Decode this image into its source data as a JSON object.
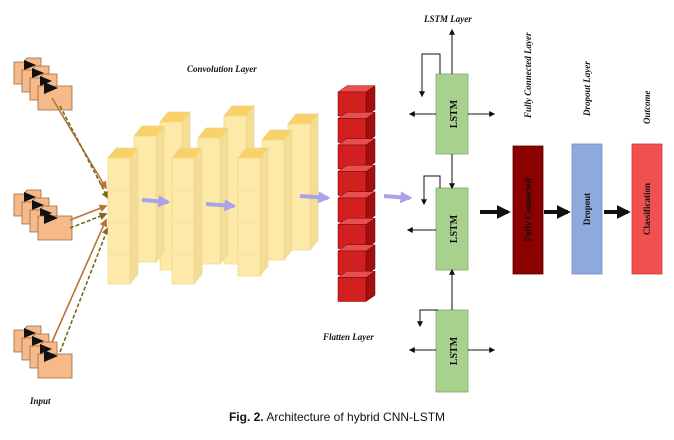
{
  "labels": {
    "input": "Input",
    "convolution": "Convolution Layer",
    "flatten": "Flatten Layer",
    "lstm_layer": "LSTM Layer",
    "fully_connected_layer": "Fully Connected Layer",
    "dropout_layer": "Dropout Layer",
    "outcome": "Outcome"
  },
  "boxes": {
    "lstm": "LSTM",
    "fully_connected": "Fully Connected",
    "dropout": "Dropout",
    "classification": "Classification"
  },
  "caption": {
    "prefix": "Fig. 2.",
    "text": "Architecture of hybrid CNN-LSTM"
  },
  "colors": {
    "folder": "#f5b98a",
    "conv_block": "#fde9a8",
    "conv_top": "#f8d268",
    "flatten_cube": "#d21f1f",
    "lstm_box": "#a9d18e",
    "fully_connected_box": "#8b0000",
    "dropout_box": "#8faadc",
    "classification_box": "#f05050",
    "flow_arrow": "#a9a3ea"
  }
}
